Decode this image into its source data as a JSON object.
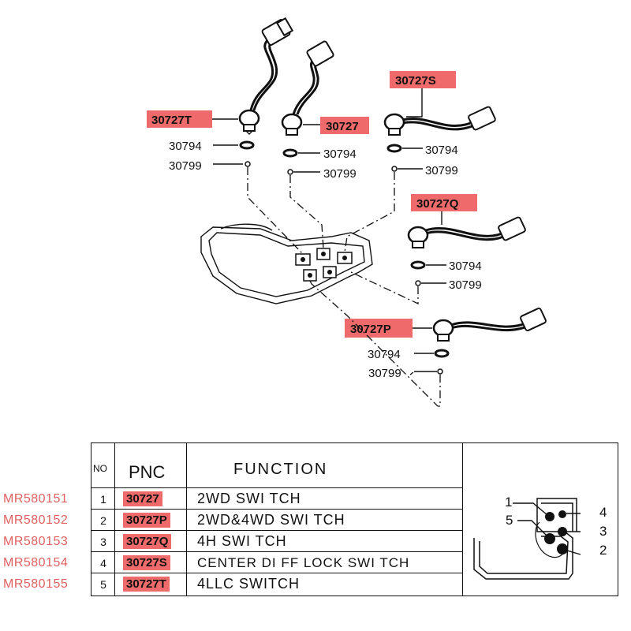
{
  "callouts": {
    "t": "30727T",
    "plain": "30727",
    "s": "30727S",
    "q": "30727Q",
    "p": "30727P"
  },
  "refs": {
    "washer": "30794",
    "oring": "30799"
  },
  "table": {
    "headers": {
      "no": "NO",
      "pnc": "PNC",
      "function": "FUNCTION"
    },
    "rows": [
      {
        "mr": "MR580151",
        "no": "1",
        "pnc": "30727",
        "function": "2WD SWI TCH"
      },
      {
        "mr": "MR580152",
        "no": "2",
        "pnc": "30727P",
        "function": "2WD&4WD SWI TCH"
      },
      {
        "mr": "MR580153",
        "no": "3",
        "pnc": "30727Q",
        "function": "4H SWI TCH"
      },
      {
        "mr": "MR580154",
        "no": "4",
        "pnc": "30727S",
        "function": "CENTER DI FF LOCK SWI TCH"
      },
      {
        "mr": "MR580155",
        "no": "5",
        "pnc": "30727T",
        "function": "4LLC SWITCH"
      }
    ],
    "position_labels": [
      "1",
      "2",
      "3",
      "4",
      "5"
    ]
  },
  "colors": {
    "highlight": "#ef6b6b",
    "part_number": "#e06060",
    "line": "#111111"
  }
}
